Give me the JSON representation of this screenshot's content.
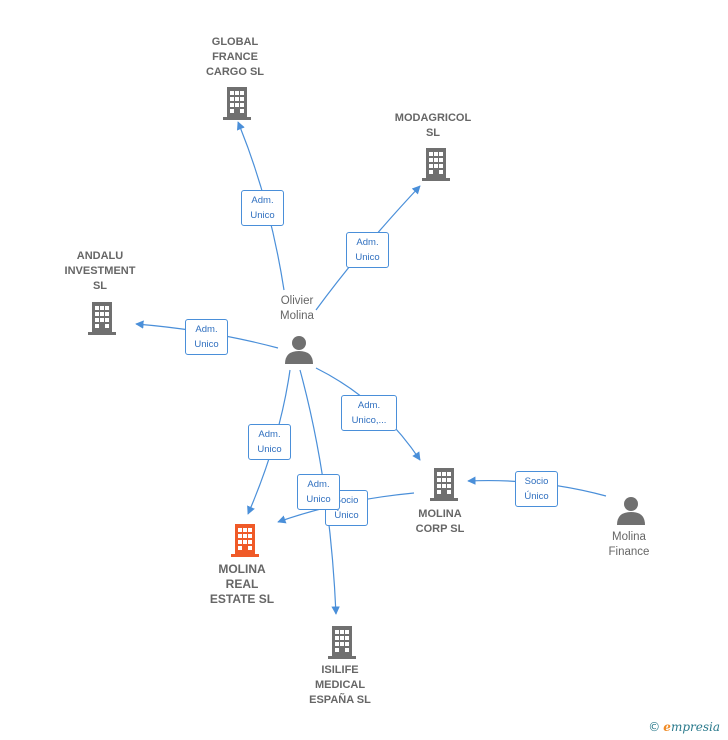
{
  "colors": {
    "edge": "#4a8fd9",
    "building": "#707070",
    "focus_building": "#f05a28",
    "person": "#707070",
    "label": "#666666"
  },
  "nodes": {
    "global_france": {
      "label": "GLOBAL\nFRANCE\nCARGO  SL",
      "icon": "building-icon"
    },
    "modagricol": {
      "label": "MODAGRICOL\nSL",
      "icon": "building-icon"
    },
    "andalu": {
      "label": "ANDALU\nINVESTMENT\nSL",
      "icon": "building-icon"
    },
    "olivier": {
      "label": "Olivier\nMolina",
      "icon": "person-icon"
    },
    "molina_corp": {
      "label": "MOLINA\nCORP  SL",
      "icon": "building-icon"
    },
    "molina_finance": {
      "label": "Molina\nFinance",
      "icon": "person-icon"
    },
    "molina_real_estate": {
      "label": "MOLINA\nREAL\nESTATE  SL",
      "icon": "building-icon"
    },
    "isilife": {
      "label": "ISILIFE\nMEDICAL\nESPAÑA  SL",
      "icon": "building-icon"
    }
  },
  "edges": {
    "e_global": "Adm.\nUnico",
    "e_modagricol": "Adm.\nUnico",
    "e_andalu": "Adm.\nUnico",
    "e_corp": "Adm.\nUnico,...",
    "e_realestate": "Adm.\nUnico",
    "e_isilife": "Adm.\nUnico",
    "e_corp_realestate": "Socio\nÚnico",
    "e_finance_corp": "Socio\nÚnico"
  },
  "footer": {
    "copyright": "©",
    "brand_first": "e",
    "brand_rest": "mpresia"
  }
}
